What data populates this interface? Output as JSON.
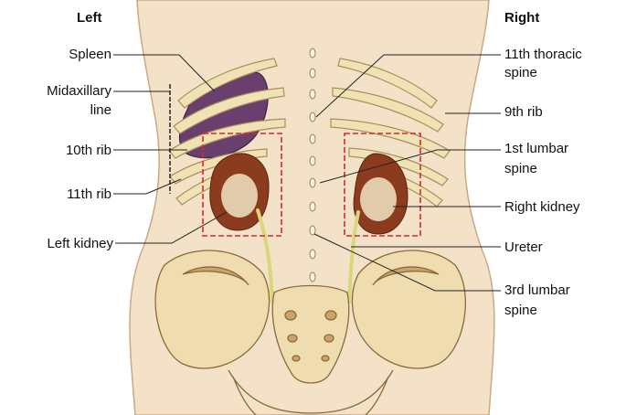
{
  "headers": {
    "left": "Left",
    "right": "Right"
  },
  "labels_left": {
    "spleen": "Spleen",
    "midaxillary_line_1": "Midaxillary",
    "midaxillary_line_2": "line",
    "rib_10": "10th rib",
    "rib_11": "11th rib",
    "left_kidney": "Left kidney"
  },
  "labels_right": {
    "thoracic_spine_1": "11th thoracic",
    "thoracic_spine_2": "spine",
    "rib_9": "9th rib",
    "lumbar_spine_1_1": "1st lumbar",
    "lumbar_spine_1_2": "spine",
    "right_kidney": "Right kidney",
    "ureter": "Ureter",
    "lumbar_spine_3_1": "3rd lumbar",
    "lumbar_spine_3_2": "spine"
  },
  "colors": {
    "skin": "#f4e2c8",
    "skin_outline": "#c9a985",
    "rib": "#efe3b6",
    "rib_outline": "#a98e5a",
    "spleen": "#6a3f6d",
    "kidney": "#8b3c1e",
    "kidney_highlight": "#f0e4c4",
    "ureter": "#d8d77a",
    "bone": "#efddb0",
    "bone_shadow": "#c9a46a",
    "bone_outline": "#8a6a3a",
    "guide_box": "#d8262a",
    "leader": "#222222"
  }
}
